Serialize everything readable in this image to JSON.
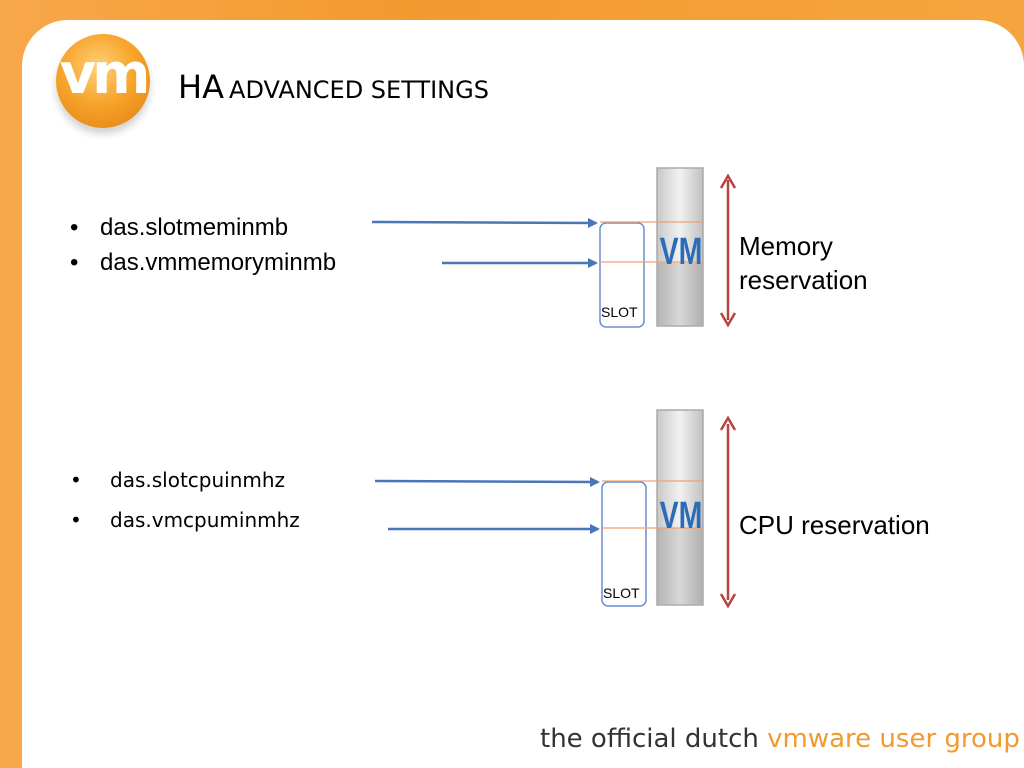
{
  "slide": {
    "logo_text": "vm",
    "title_first": "HA",
    "title_rest": "ADVANCED SETTINGS"
  },
  "memory_section": {
    "bullets": [
      {
        "symbol": "•",
        "text": "das.slotmeminmb"
      },
      {
        "symbol": "•",
        "text": "das.vmmemoryminmb"
      }
    ],
    "vm_label": "VM",
    "slot_label": "SLOT",
    "reservation_label": [
      "Memory",
      "reservation"
    ]
  },
  "cpu_section": {
    "bullets": [
      {
        "symbol": "•",
        "text": "das.slotcpuinmhz"
      },
      {
        "symbol": "•",
        "text": "das.vmcpuminmhz"
      }
    ],
    "vm_label": "VM",
    "slot_label": "SLOT",
    "reservation_label": [
      "CPU reservation"
    ]
  },
  "footer": {
    "prefix": "the official dutch",
    "accent": "vmware user group"
  },
  "colors": {
    "frame": "#f39a2f",
    "arrow_blue": "#4a76b8",
    "arrow_red": "#b8433f",
    "slot_border": "#6a8fd0",
    "threshold_line": "#f0a070",
    "vm_text": "#2b6cb8"
  }
}
